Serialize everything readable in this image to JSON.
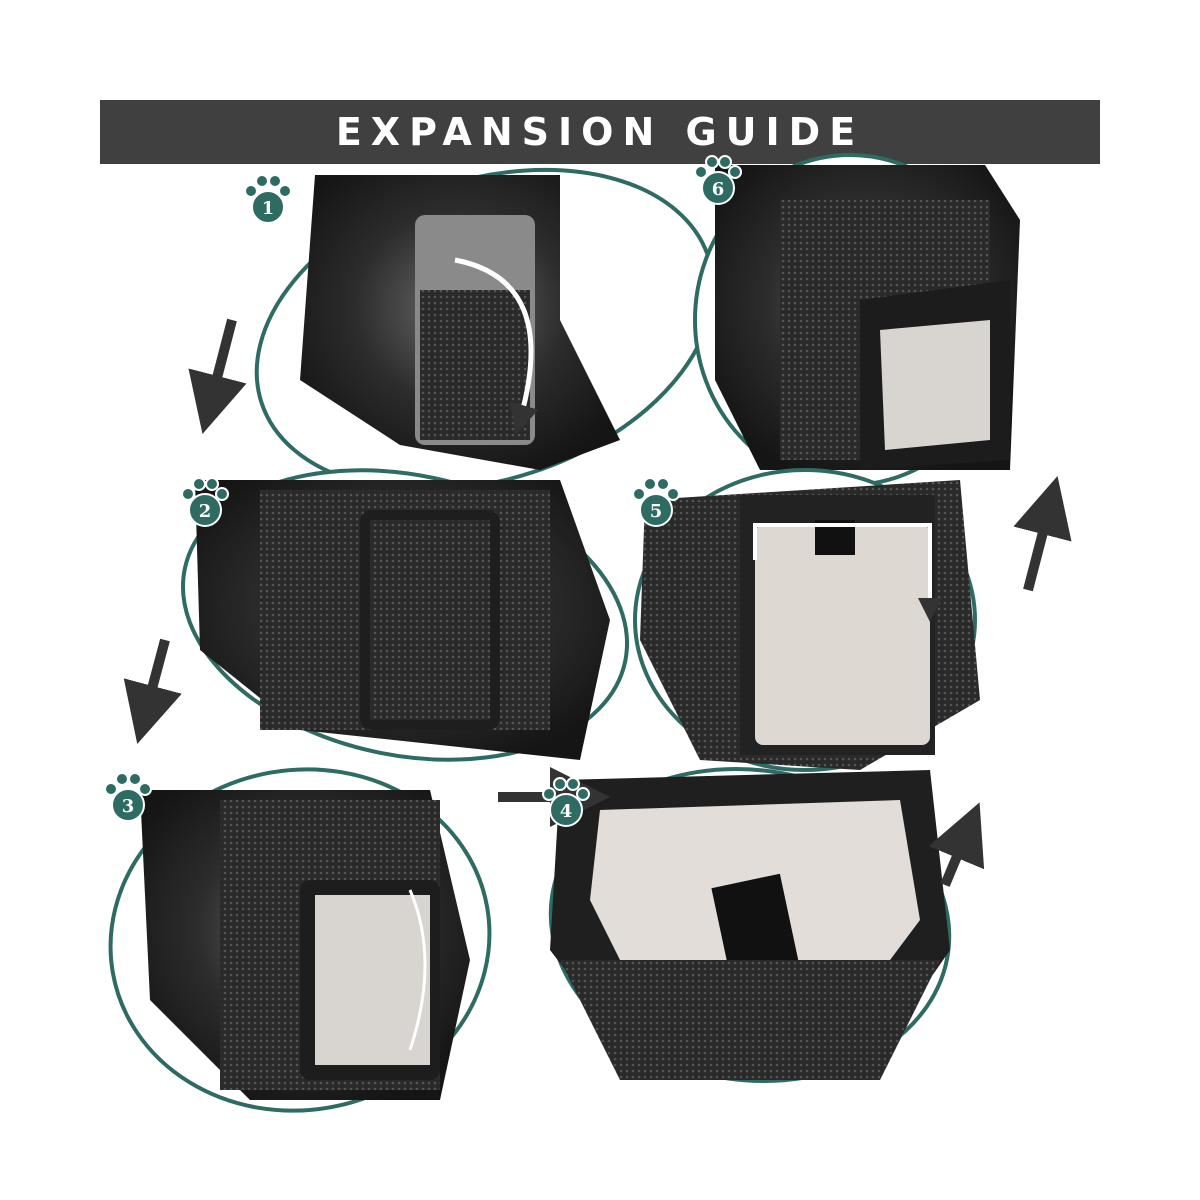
{
  "header": {
    "title": "EXPANSION GUIDE"
  },
  "steps": [
    {
      "number": "1"
    },
    {
      "number": "2"
    },
    {
      "number": "3"
    },
    {
      "number": "4"
    },
    {
      "number": "5"
    },
    {
      "number": "6"
    }
  ],
  "colors": {
    "accent": "#2e6b63",
    "header_bg": "#404040",
    "arrow": "#333333"
  }
}
